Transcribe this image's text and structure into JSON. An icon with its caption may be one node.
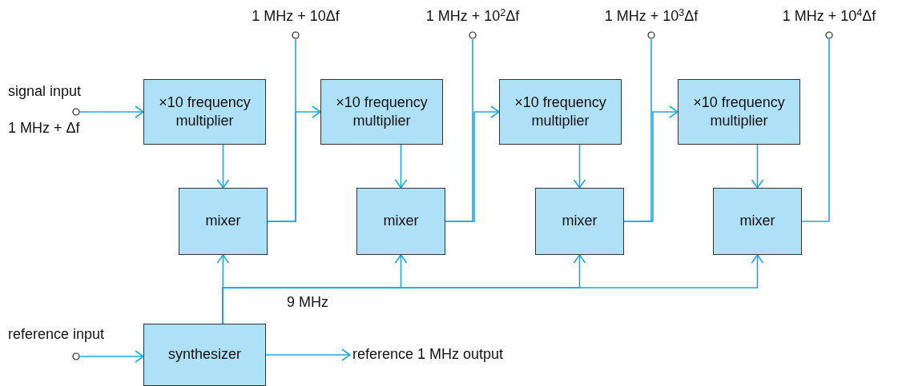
{
  "diagram": {
    "nodes": [
      {
        "text": [
          "signal input",
          "1 MHz + Δf"
        ]
      },
      {
        "text": [
          "×10 frequency multiplier"
        ]
      },
      {
        "text": [
          "×10 frequency multiplier"
        ]
      },
      {
        "text": [
          "×10 frequency multiplier"
        ]
      },
      {
        "text": [
          "×10 frequency multiplier"
        ]
      },
      {
        "text": [
          "mixer"
        ]
      },
      {
        "text": [
          "mixer"
        ]
      },
      {
        "text": [
          "mixer"
        ]
      },
      {
        "text": [
          "mixer"
        ]
      },
      {
        "text": [
          "1 MHz + 10Δf"
        ]
      },
      {
        "text": [
          "1 MHz + 10$^{2}$Δf"
        ]
      },
      {
        "text": [
          "1 MHz + 10$^{3}$Δf"
        ]
      },
      {
        "text": [
          "1 MHz + 10$^{4}$Δf"
        ]
      },
      {
        "text": [
          "reference input"
        ]
      },
      {
        "text": [
          "synthesizer"
        ]
      },
      {
        "text": [
          "reference 1 MHz output"
        ]
      }
    ],
    "edges": [
      {
        "from": 0,
        "to": 1,
        "arrow": "to"
      },
      {
        "from": 1,
        "to": 5,
        "arrow": "to"
      },
      {
        "from": 2,
        "to": 6,
        "arrow": "to"
      },
      {
        "from": 3,
        "to": 7,
        "arrow": "to"
      },
      {
        "from": 4,
        "to": 8,
        "arrow": "to"
      },
      {
        "from": 5,
        "to": 9,
        "arrow": "none"
      },
      {
        "from": 5,
        "to": 2,
        "arrow": "to"
      },
      {
        "from": 6,
        "to": 10,
        "arrow": "none"
      },
      {
        "from": 6,
        "to": 3,
        "arrow": "to"
      },
      {
        "from": 7,
        "to": 11,
        "arrow": "none"
      },
      {
        "from": 7,
        "to": 4,
        "arrow": "to"
      },
      {
        "from": 8,
        "to": 12,
        "arrow": "none"
      },
      {
        "from": 13,
        "to": 14,
        "arrow": "to"
      },
      {
        "from": 14,
        "to": 15,
        "arrow": "to"
      },
      {
        "from": 14,
        "to": 5,
        "arrow": "to"
      },
      {
        "from": 14,
        "to": 6,
        "arrow": "to",
        "label": "9 MHz"
      },
      {
        "from": 14,
        "to": 7,
        "arrow": "to"
      },
      {
        "from": 14,
        "to": 8,
        "arrow": "to"
      }
    ]
  }
}
